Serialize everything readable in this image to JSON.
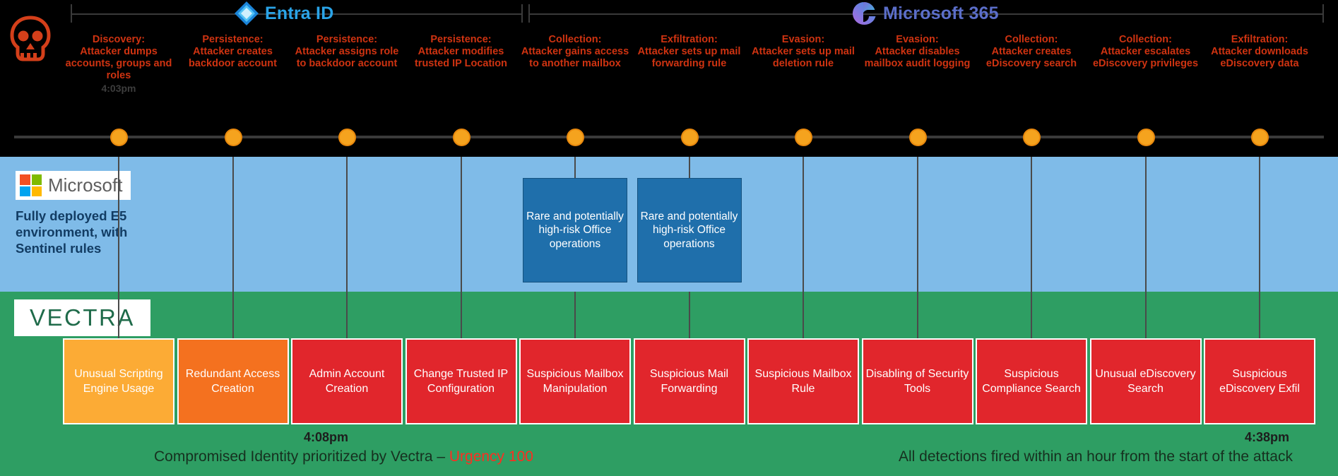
{
  "scopes": [
    {
      "id": "entra",
      "label": "Entra ID",
      "icon": "entra-id-logo-icon",
      "color": "#2aa4e8"
    },
    {
      "id": "m365",
      "label": "Microsoft 365",
      "icon": "microsoft-365-logo-icon",
      "color": "#5b6ec9"
    }
  ],
  "attack_icon": "skull-icon",
  "stages": [
    {
      "tactic": "Discovery:",
      "desc": "Attacker dumps accounts, groups and roles",
      "time": "4:03pm"
    },
    {
      "tactic": "Persistence:",
      "desc": "Attacker creates backdoor account",
      "time": ""
    },
    {
      "tactic": "Persistence:",
      "desc": "Attacker assigns role to backdoor account",
      "time": ""
    },
    {
      "tactic": "Persistence:",
      "desc": "Attacker modifies trusted IP Location",
      "time": ""
    },
    {
      "tactic": "Collection:",
      "desc": "Attacker gains access to another mailbox",
      "time": ""
    },
    {
      "tactic": "Exfiltration:",
      "desc": "Attacker sets up mail forwarding rule",
      "time": ""
    },
    {
      "tactic": "Evasion:",
      "desc": "Attacker sets up mail deletion rule",
      "time": ""
    },
    {
      "tactic": "Evasion:",
      "desc": "Attacker disables mailbox audit logging",
      "time": ""
    },
    {
      "tactic": "Collection:",
      "desc": "Attacker creates eDiscovery search",
      "time": ""
    },
    {
      "tactic": "Collection:",
      "desc": "Attacker escalates eDiscovery privileges",
      "time": ""
    },
    {
      "tactic": "Exfiltration:",
      "desc": "Attacker downloads eDiscovery data",
      "time": ""
    }
  ],
  "microsoft": {
    "wordmark": "Microsoft",
    "caption": "Fully deployed E5 environment, with Sentinel rules",
    "logo_colors": [
      "#f25022",
      "#7fba00",
      "#00a4ef",
      "#ffb900"
    ],
    "detections": [
      {
        "stage_index": 4,
        "label": "Rare and potentially high-risk Office operations"
      },
      {
        "stage_index": 5,
        "label": "Rare and potentially high-risk Office operations"
      }
    ]
  },
  "vectra": {
    "wordmark": "VECTRA",
    "detections": [
      {
        "label": "Unusual Scripting Engine Usage",
        "severity": "amber"
      },
      {
        "label": "Redundant Access Creation",
        "severity": "orange"
      },
      {
        "label": "Admin Account Creation",
        "severity": "red"
      },
      {
        "label": "Change Trusted IP Configuration",
        "severity": "red"
      },
      {
        "label": "Suspicious Mailbox Manipulation",
        "severity": "red"
      },
      {
        "label": "Suspicious Mail Forwarding",
        "severity": "red"
      },
      {
        "label": "Suspicious Mailbox Rule",
        "severity": "red"
      },
      {
        "label": "Disabling of Security Tools",
        "severity": "red"
      },
      {
        "label": "Suspicious Compliance Search",
        "severity": "red"
      },
      {
        "label": "Unusual eDiscovery Search",
        "severity": "red"
      },
      {
        "label": "Suspicious eDiscovery Exfil",
        "severity": "red"
      }
    ],
    "start_time": "4:08pm",
    "end_time": "4:38pm",
    "left_footer_prefix": "Compromised Identity prioritized by Vectra – ",
    "left_footer_urgency": "Urgency 100",
    "right_footer": "All detections fired within an hour from the start of the attack"
  },
  "colors": {
    "attack_text": "#cf3311",
    "ms_band": "#7fbbe8",
    "ms_detect": "#1f6fab",
    "vectra_band": "#2e9e63",
    "red": "#e1262c",
    "orange": "#f4711f",
    "amber": "#fcab35",
    "urgency": "#ff2d20"
  }
}
